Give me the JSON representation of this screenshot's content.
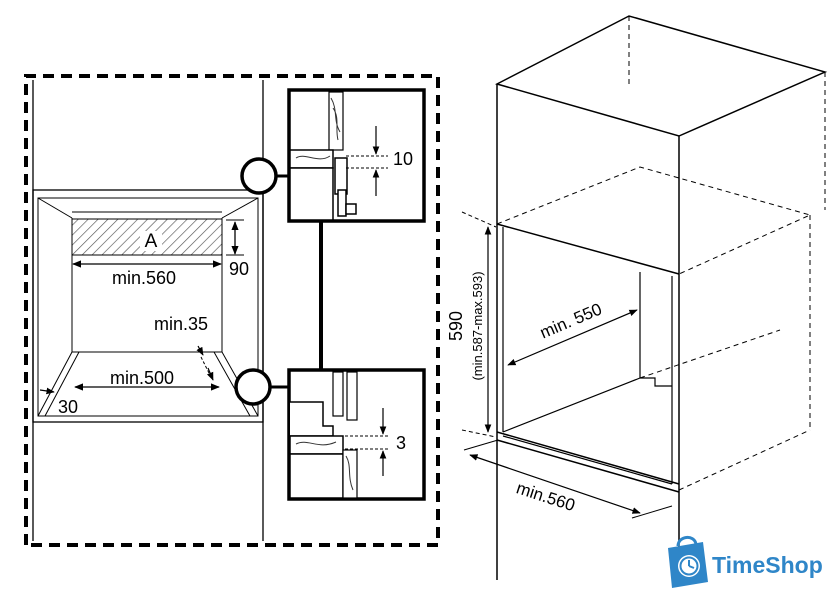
{
  "left_diagram": {
    "label_a": "A",
    "dim_min560": "min.560",
    "dim_90": "90",
    "dim_min35": "min.35",
    "dim_min500": "min.500",
    "dim_30": "30"
  },
  "details": {
    "top_gap": "10",
    "bottom_gap": "3"
  },
  "right_diagram": {
    "dim_590": "590",
    "dim_590_range": "(min.587-max.593)",
    "dim_min550": "min. 550",
    "dim_min560": "min.560"
  },
  "logo": {
    "text": "TimeShop",
    "color": "#2f86c8"
  }
}
